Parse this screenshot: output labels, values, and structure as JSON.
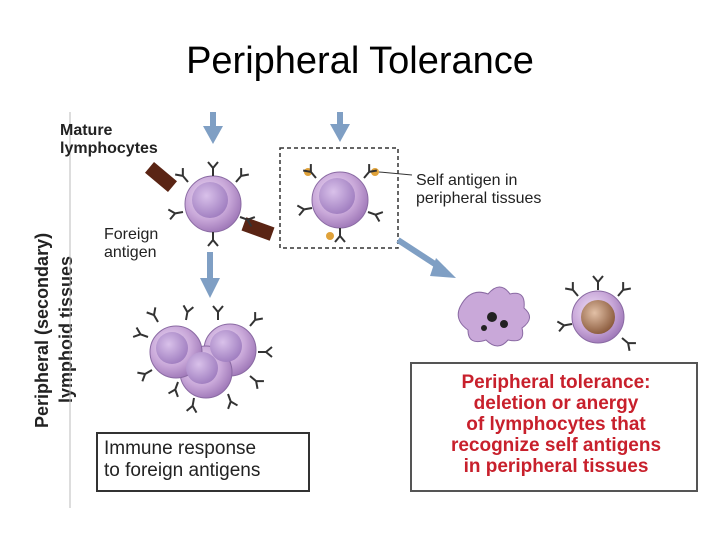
{
  "title": "Peripheral Tolerance",
  "side_label": {
    "line1": "Peripheral (secondary)",
    "line2": "lymphoid tissues"
  },
  "labels": {
    "mature_lymphocytes_1": "Mature",
    "mature_lymphocytes_2": "lymphocytes",
    "foreign_antigen_1": "Foreign",
    "foreign_antigen_2": "antigen",
    "self_antigen_1": "Self antigen in",
    "self_antigen_2": "peripheral tissues"
  },
  "immune_box": {
    "line1": "Immune response",
    "line2": "to foreign antigens"
  },
  "tolerance_box": {
    "line1": "Peripheral tolerance:",
    "line2": "deletion or anergy",
    "line3": "of lymphocytes that",
    "line4": "recognize self antigens",
    "line5": "in peripheral tissues"
  },
  "colors": {
    "cell_fill": "#c9a8d9",
    "cell_nucleus": "#b186cf",
    "receptor": "#333333",
    "arrow": "#7f9fc4",
    "foreign_antigen": "#5a2414",
    "self_antigen": "#e0a23a",
    "anergic_nucleus": "#8a5a3c",
    "tolerance_text": "#c8202c"
  }
}
